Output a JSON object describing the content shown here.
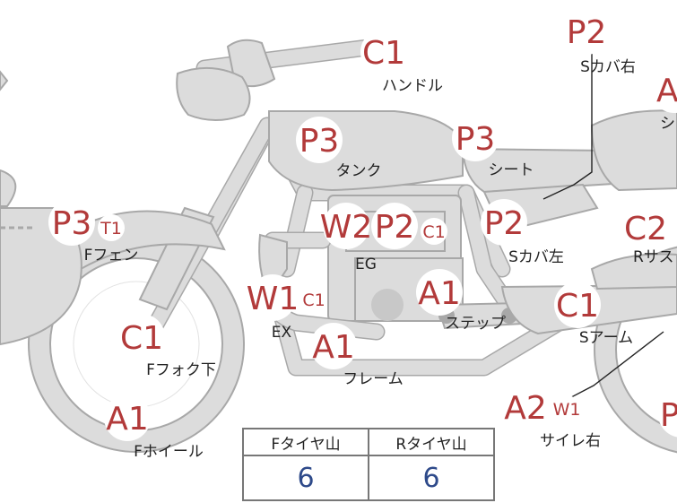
{
  "parts": {
    "handle": {
      "grade": "C1",
      "label": "ハンドル"
    },
    "s_cover_r": {
      "grade": "P2",
      "label": "Sカバ右"
    },
    "r_top": {
      "grade": "A",
      "label": "シ"
    },
    "tank": {
      "grade": "P3",
      "label": "タンク"
    },
    "seat": {
      "grade": "P3",
      "label": "シート"
    },
    "f_fender": {
      "grade": "P3",
      "sub": "T1",
      "label": "Fフェン"
    },
    "eg": {
      "grade1": "W2",
      "grade2": "P2",
      "sub": "C1",
      "label": "EG"
    },
    "s_cover_l": {
      "grade": "P2",
      "label": "Sカバ左"
    },
    "r_sus": {
      "grade": "C2",
      "label": "Rサス"
    },
    "ex": {
      "grade": "W1",
      "sub": "C1",
      "label": "EX"
    },
    "step": {
      "grade": "A1",
      "label": "ステップ"
    },
    "s_arm": {
      "grade": "C1",
      "label": "Sアーム"
    },
    "frame": {
      "grade": "A1",
      "label": "フレーム"
    },
    "f_fork": {
      "grade": "C1",
      "label": "Fフォク下"
    },
    "f_wheel": {
      "grade": "A1",
      "label": "Fホイール"
    },
    "silencer_r": {
      "grade": "A2",
      "sub": "W1",
      "label": "サイレ右"
    },
    "r_wheel": {
      "grade": "P"
    }
  },
  "tread": {
    "headers": [
      "Fタイヤ山",
      "Rタイヤ山"
    ],
    "values": [
      "6",
      "6"
    ]
  },
  "colors": {
    "grade": "#b23a3a",
    "value": "#2e4a8a",
    "part_fill": "#dcdcdc"
  }
}
